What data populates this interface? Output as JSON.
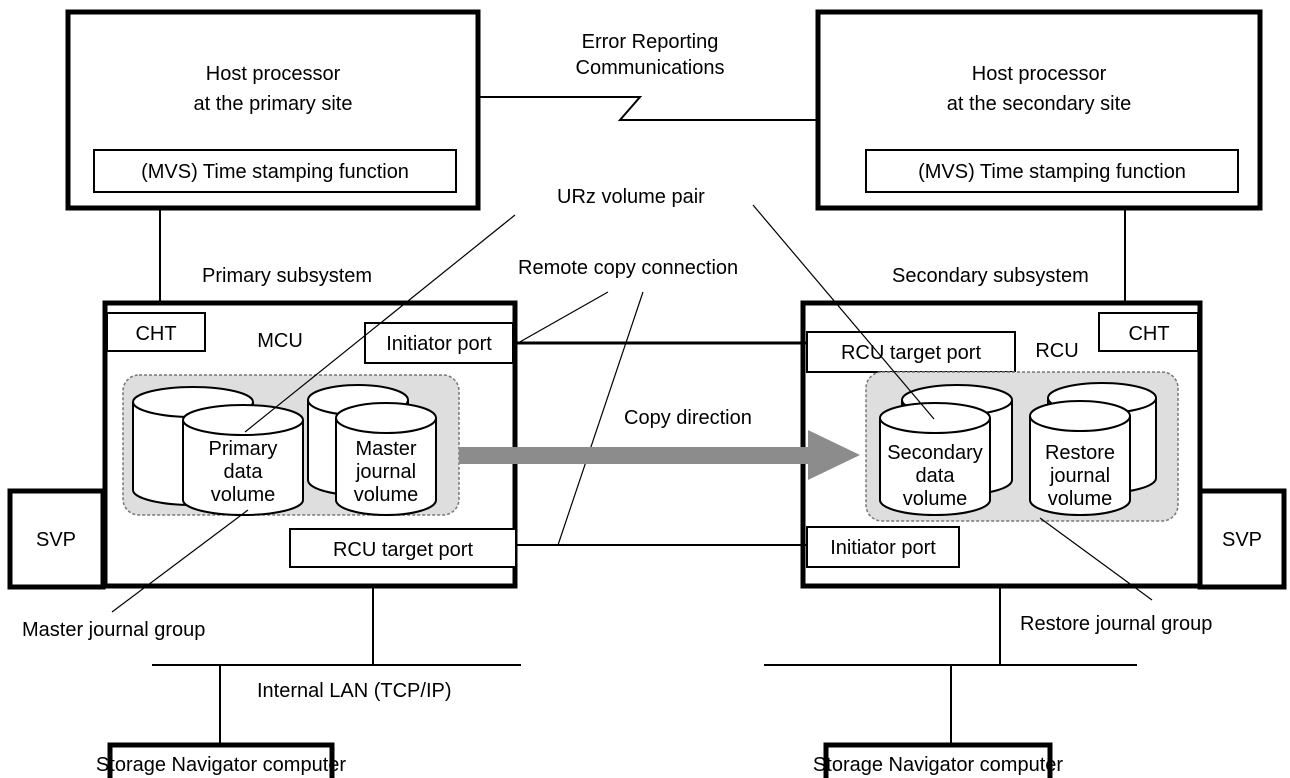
{
  "host_primary": {
    "line1": "Host processor",
    "line2": "at the primary site",
    "tsf": "(MVS) Time stamping function"
  },
  "host_secondary": {
    "line1": "Host processor",
    "line2": "at the secondary site",
    "tsf": "(MVS) Time stamping function"
  },
  "error_reporting": {
    "line1": "Error Reporting",
    "line2": "Communications"
  },
  "urz_volume_pair": "URz volume pair",
  "remote_copy_connection": "Remote copy connection",
  "copy_direction": "Copy direction",
  "primary_subsystem": {
    "title": "Primary subsystem",
    "cht": "CHT",
    "mcu": "MCU",
    "initiator_port": "Initiator port",
    "rcu_target_port": "RCU target port",
    "primary_data_volume": [
      "Primary",
      "data",
      "volume"
    ],
    "master_journal_volume": [
      "Master",
      "journal",
      "volume"
    ],
    "svp": "SVP",
    "journal_group": "Master journal group"
  },
  "secondary_subsystem": {
    "title": "Secondary subsystem",
    "cht": "CHT",
    "rcu": "RCU",
    "rcu_target_port": "RCU target port",
    "initiator_port": "Initiator port",
    "secondary_data_volume": [
      "Secondary",
      "data",
      "volume"
    ],
    "restore_journal_volume": [
      "Restore",
      "journal",
      "volume"
    ],
    "svp": "SVP",
    "journal_group": "Restore journal group"
  },
  "internal_lan": "Internal LAN (TCP/IP)",
  "storage_navigator_left": "Storage Navigator computer",
  "storage_navigator_right": "Storage Navigator computer"
}
